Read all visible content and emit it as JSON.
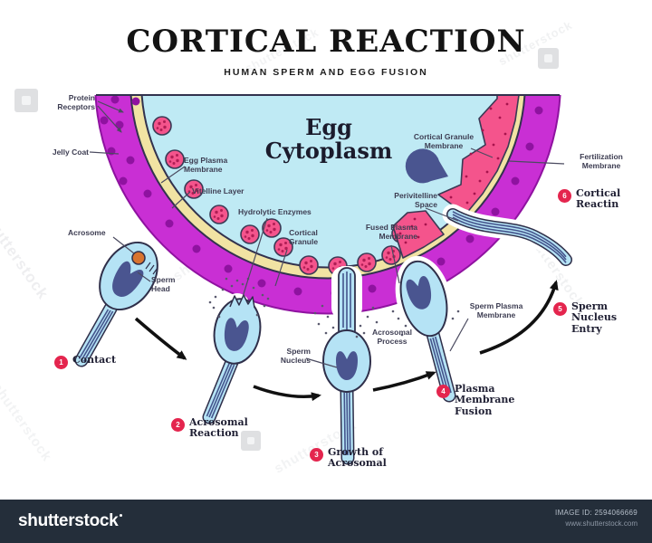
{
  "title": "CORTICAL REACTION",
  "subtitle": "HUMAN SPERM AND EGG FUSION",
  "egg": {
    "cytoplasm_label": "Egg\nCytoplasm"
  },
  "labels": {
    "protein_receptors": "Protein\nReceptors",
    "jelly_coat": "Jelly Coat",
    "egg_plasma_membrane": "Egg Plasma\nMembrane",
    "vitelline_layer": "Vitelline Layer",
    "hydrolytic_enzymes": "Hydrolytic Enzymes",
    "cortical_granule": "Cortical\nGranule",
    "acrosome": "Acrosome",
    "sperm_head": "Sperm\nHead",
    "sperm_nucleus": "Sperm\nNucleus",
    "acrosomal_process": "Acrosomal\nProcess",
    "fused_plasma_membrane": "Fused Plasma\nMembrane",
    "perivitelline_space": "Perivitelline\nSpace",
    "cortical_granule_membrane": "Cortical Granule\nMembrane",
    "fertilization_membrane": "Fertilization\nMembrane",
    "sperm_plasma_membrane": "Sperm Plasma\nMembrane"
  },
  "steps": [
    {
      "num": "1",
      "label": "Contact"
    },
    {
      "num": "2",
      "label": "Acrosomal\nReaction"
    },
    {
      "num": "3",
      "label": "Growth of\nAcrosomal"
    },
    {
      "num": "4",
      "label": "Plasma\nMembrane\nFusion"
    },
    {
      "num": "5",
      "label": "Sperm\nNucleus\nEntry"
    },
    {
      "num": "6",
      "label": "Cortical\nReactin"
    }
  ],
  "watermark": {
    "text": "shutterstock"
  },
  "footer": {
    "logo": "shutterstock",
    "image_id": "IMAGE ID: 2594066669",
    "url": "www.shutterstock.com"
  },
  "colors": {
    "jelly_coat": "#c92fd4",
    "vitelline_yellow": "#f1e3a3",
    "cytoplasm": "#bfeaf4",
    "granule_pink": "#f4548c",
    "nucleus_blue": "#4a5590",
    "sperm_blue": "#b5e3f5",
    "badge_red": "#e4254e",
    "footer_bg": "#242e3a"
  }
}
